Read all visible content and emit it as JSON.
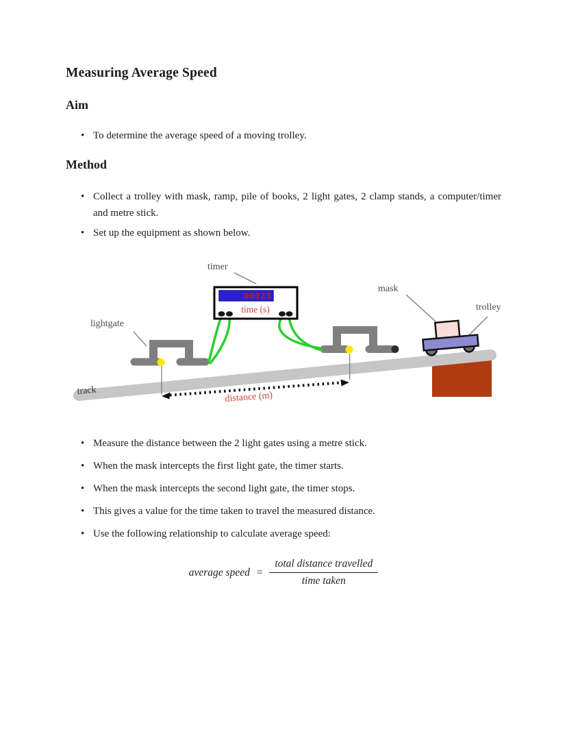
{
  "doc": {
    "title": "Measuring Average Speed",
    "bullet_glyph": "•",
    "aim_heading": "Aim",
    "aim_bullets": [
      "To determine the average speed of a moving trolley."
    ],
    "method_heading": "Method",
    "method_bullets": [
      "Collect a trolley with mask, ramp, pile of books, 2 light gates, 2 clamp stands, a computer/timer and metre stick.",
      "Set up the equipment as shown below."
    ],
    "procedure_bullets": [
      "Measure the distance between the 2 light gates using a metre stick.",
      "When the mask intercepts the first light gate, the timer starts.",
      "When the mask intercepts the second light gate, the timer stops.",
      "This gives a value for the time taken to travel the measured distance.",
      "Use the following relationship to calculate average speed:"
    ],
    "formula": {
      "lhs": "average speed",
      "equals": "=",
      "numerator": "total distance travelled",
      "denominator": "time taken"
    }
  },
  "diagram": {
    "timer_label": "timer",
    "mask_label": "mask",
    "trolley_label": "trolley",
    "lightgate_label": "lightgate",
    "track_label": "track",
    "distance_label": "distance (m)",
    "timer": {
      "reading": "00023",
      "unit": "time (s)"
    },
    "colors": {
      "track": "#c6c6c6",
      "light_gate": "#7f7f7f",
      "gate_sensor_dot": "#ffe600",
      "wire_green": "#2ccf2c",
      "timer_display_bg": "#2a20d0",
      "timer_display_border": "#1d16a8",
      "timer_reading_red": "#b52020",
      "red_annotation": "#cc4343",
      "books_block": "#b13b10",
      "trolley_body": "#8b8bd0",
      "mask_card": "#fbdcd6",
      "wheel": "#6f6f6f",
      "leader_line": "#909090"
    }
  }
}
